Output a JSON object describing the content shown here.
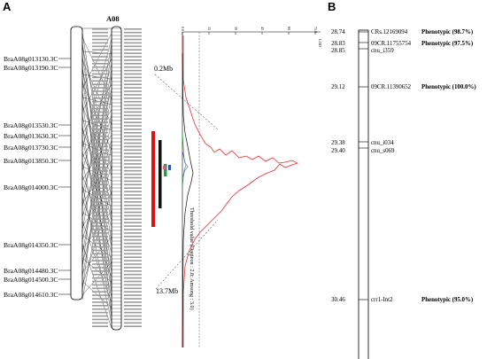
{
  "panel_a": {
    "letter": "A",
    "chromosome": "A08",
    "genes": [
      "BraA08g013130.3C",
      "BraA08g013190.3C",
      "BraA08g013530.3C",
      "BraA08g013630.3C",
      "BraA08g013730.3C",
      "BraA08g013850.3C",
      "BraA08g014000.3C",
      "BraA08g014350.3C",
      "BraA08g014480.3C",
      "BraA08g014500.3C",
      "BraA08g014610.3C"
    ],
    "mb_top": "0.2Mb",
    "mb_bottom": "13.7Mb",
    "lod_axis_label": "LOD",
    "lod_ticks": [
      "0.0",
      "15",
      "30",
      "45",
      "60",
      "75.0"
    ],
    "threshold_label": "Threshold value (Daqieon : 2.8; Amsong : 3.0)"
  },
  "panel_b": {
    "letter": "B",
    "markers": [
      {
        "pos": "28.74",
        "name": "CRs.12169094",
        "pheno": "Phenotypic (98.7%)"
      },
      {
        "pos": "28.83",
        "name": "09CR.11755754",
        "pheno": "Phenotypic (97.5%)"
      },
      {
        "pos": "28.85",
        "name": "cnu_i359",
        "pheno": ""
      },
      {
        "pos": "29.12",
        "name": "09CR.11390652",
        "pheno": "Phenotypic (100.0%)"
      },
      {
        "pos": "29.38",
        "name": "cnu_i034",
        "pheno": ""
      },
      {
        "pos": "29.40",
        "name": "cnu_s069",
        "pheno": ""
      },
      {
        "pos": "30.46",
        "name": "crr1-Int2",
        "pheno": "Phenotypic (95.0%)"
      }
    ]
  }
}
